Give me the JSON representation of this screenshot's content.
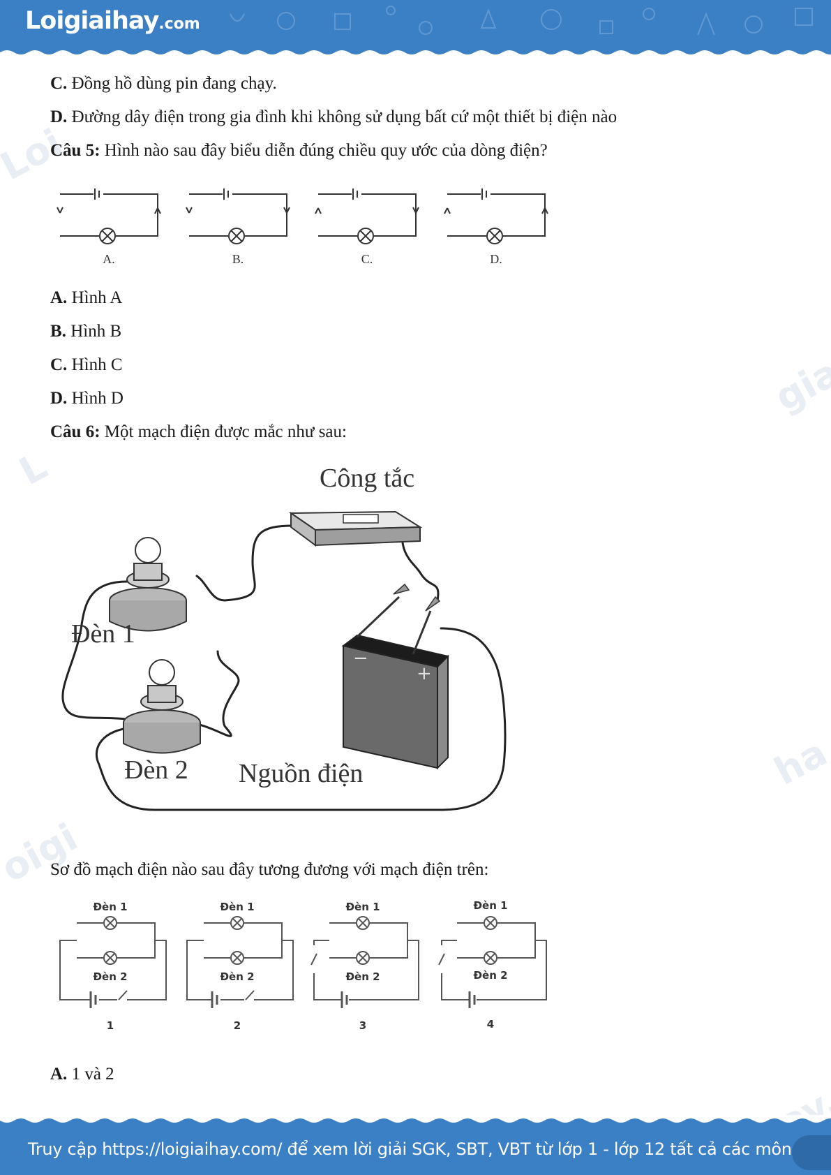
{
  "header": {
    "logo_main": "Loigiaihay",
    "logo_domain": ".com"
  },
  "content": {
    "q4_option_c": {
      "label": "C.",
      "text": " Đồng hồ dùng pin đang chạy."
    },
    "q4_option_d": {
      "label": "D.",
      "text": " Đường dây điện trong gia đình khi không sử dụng bất cứ một thiết bị điện nào"
    },
    "q5": {
      "label": "Câu 5:",
      "text": " Hình nào sau đây biểu diễn đúng chiều quy ước của dòng điện?"
    },
    "q5_figure_labels": [
      "A.",
      "B.",
      "C.",
      "D."
    ],
    "q5_options": [
      {
        "label": "A.",
        "text": " Hình A"
      },
      {
        "label": "B.",
        "text": " Hình B"
      },
      {
        "label": "C.",
        "text": " Hình C"
      },
      {
        "label": "D.",
        "text": " Hình D"
      }
    ],
    "q6": {
      "label": "Câu 6:",
      "text": " Một mạch điện được mắc như sau:"
    },
    "q6_figure": {
      "switch_label": "Công tắc",
      "lamp1_label": "Đèn 1",
      "lamp2_label": "Đèn 2",
      "source_label": "Nguồn điện",
      "plus": "+",
      "minus": "−"
    },
    "q6_prompt": "Sơ đồ mạch điện nào sau đây tương đương với mạch điện trên:",
    "q6_diagrams": [
      {
        "lamp1": "Đèn 1",
        "lamp2": "Đèn 2",
        "number": "1"
      },
      {
        "lamp1": "Đèn 1",
        "lamp2": "Đèn 2",
        "number": "2"
      },
      {
        "lamp1": "Đèn 1",
        "lamp2": "Đèn 2",
        "number": "3"
      },
      {
        "lamp1": "Đèn 1",
        "lamp2": "Đèn 2",
        "number": "4"
      }
    ],
    "q6_option_a": {
      "label": "A.",
      "text": " 1 và 2"
    }
  },
  "footer": {
    "text": "Truy cập https://loigiaihay.com/ để xem lời giải SGK, SBT, VBT từ lớp 1 -  lớp 12 tất cả các môn"
  },
  "colors": {
    "brand_blue": "#3b7fc4",
    "text": "#1a1a1a"
  }
}
